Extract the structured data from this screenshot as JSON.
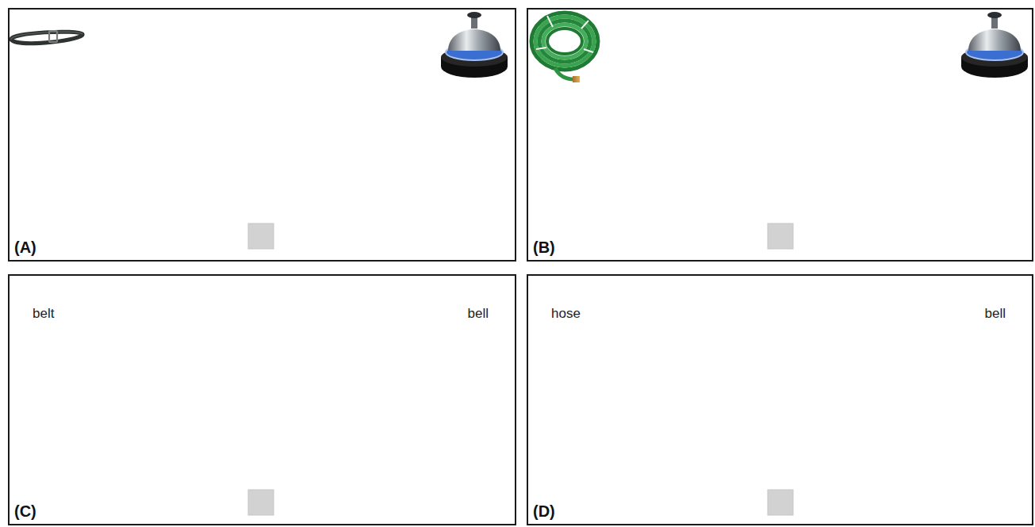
{
  "diagram": {
    "nodes": [
      {
        "text": [
          "(A)"
        ]
      },
      {
        "text": [
          "(B)"
        ]
      },
      {
        "text": [
          "belt",
          "bell",
          "(C)"
        ]
      },
      {
        "text": [
          "hose",
          "bell",
          "(D)"
        ]
      }
    ]
  }
}
